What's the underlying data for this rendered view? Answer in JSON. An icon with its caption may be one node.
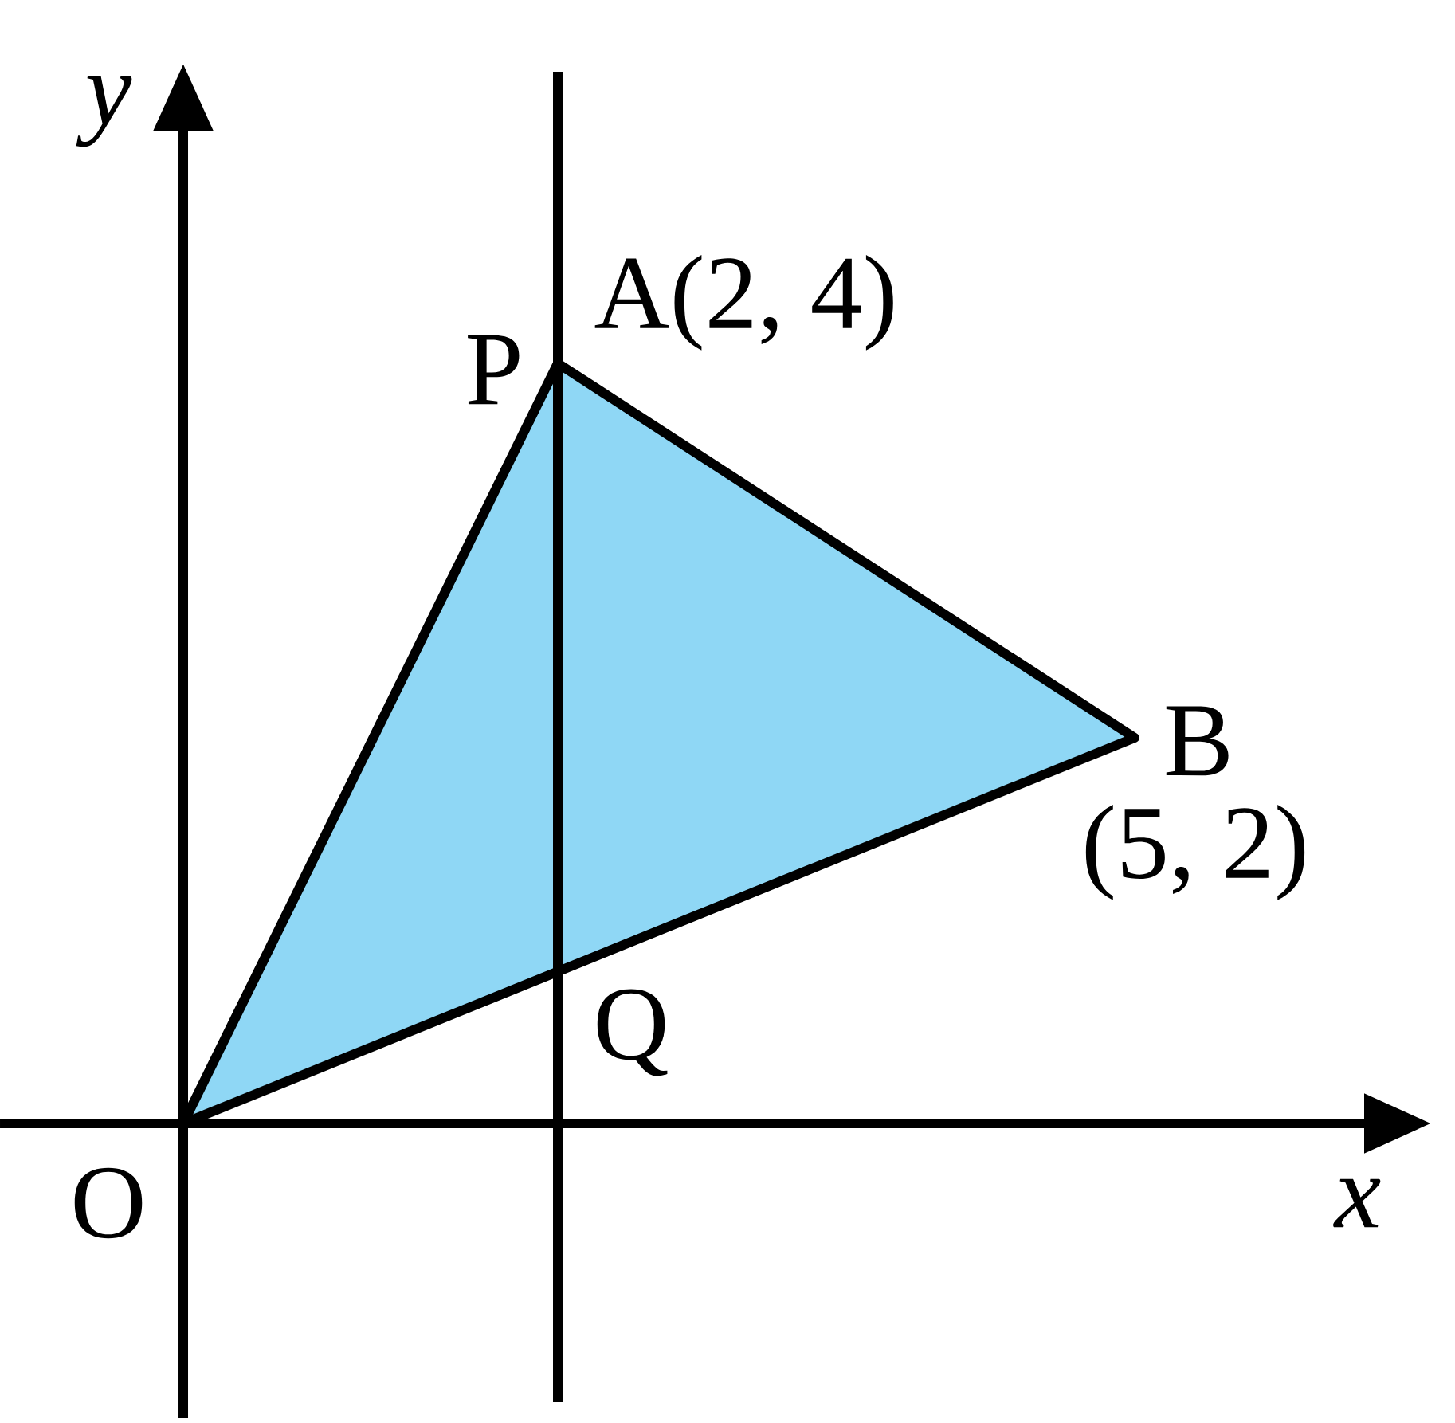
{
  "diagram": {
    "labels": [
      "y",
      "P",
      "A(2, 4)",
      "B",
      "(5, 2)",
      "Q",
      "O",
      "x"
    ]
  }
}
